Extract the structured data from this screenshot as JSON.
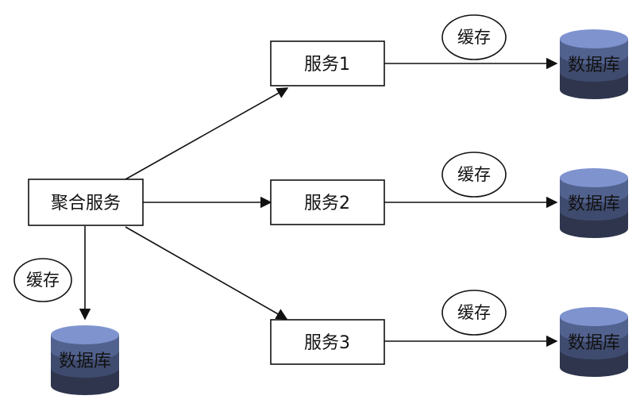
{
  "nodes": {
    "aggregate": {
      "label": "聚合服务"
    },
    "service1": {
      "label": "服务1"
    },
    "service2": {
      "label": "服务2"
    },
    "service3": {
      "label": "服务3"
    },
    "db_aggregate": {
      "label": "数据库"
    },
    "db1": {
      "label": "数据库"
    },
    "db2": {
      "label": "数据库"
    },
    "db3": {
      "label": "数据库"
    },
    "cache_aggregate": {
      "label": "缓存"
    },
    "cache1": {
      "label": "缓存"
    },
    "cache2": {
      "label": "缓存"
    },
    "cache3": {
      "label": "缓存"
    }
  },
  "edges": [
    {
      "from": "aggregate",
      "to": "service1"
    },
    {
      "from": "aggregate",
      "to": "service2"
    },
    {
      "from": "aggregate",
      "to": "service3"
    },
    {
      "from": "aggregate",
      "to": "db_aggregate"
    },
    {
      "from": "service1",
      "to": "db1"
    },
    {
      "from": "service2",
      "to": "db2"
    },
    {
      "from": "service3",
      "to": "db3"
    }
  ],
  "colors": {
    "stroke": "#111111",
    "db_top": "#7f93cf",
    "db_band1": "#52628f",
    "db_band2": "#3f4b6e",
    "db_band3": "#2e354d"
  }
}
